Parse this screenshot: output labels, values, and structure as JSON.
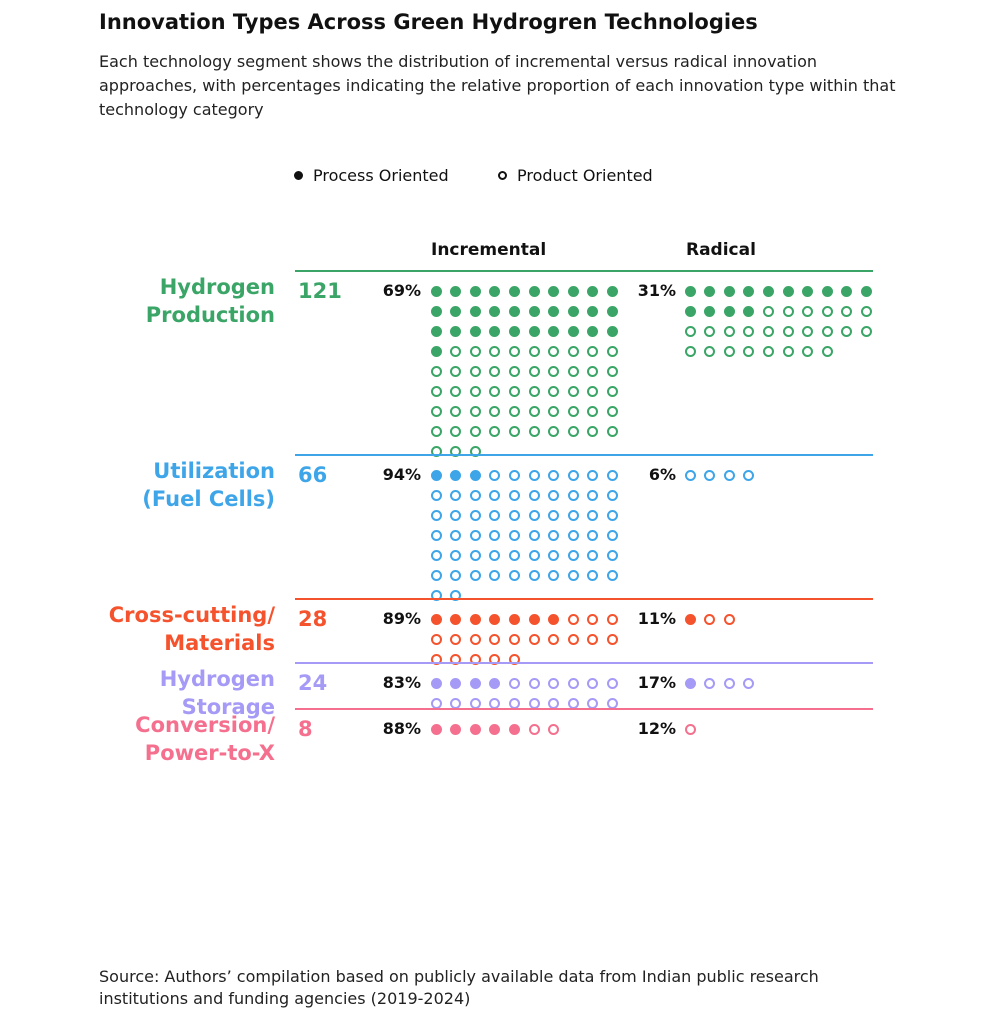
{
  "title": "Innovation Types Across Green Hydrogren Technologies",
  "subtitle": "Each technology segment shows the distribution of incremental versus radical innovation approaches, with percentages indicating the relative proportion of each innovation type within that technology category",
  "source": "Source: Authors’ compilation based on publicly available data from Indian public research institutions and funding agencies (2019-2024)",
  "chart_data": {
    "type": "dot-matrix",
    "title": "Innovation Types Across Green Hydrogren Technologies",
    "legend": {
      "process": "Process Oriented",
      "product": "Product Oriented",
      "placement": "top"
    },
    "columns": {
      "incremental": "Incremental",
      "radical": "Radical"
    },
    "categories": [
      {
        "label_lines": [
          "Hydrogen",
          "Production"
        ],
        "total": "121",
        "color": "#3aa566",
        "incremental": {
          "pct": "69%",
          "process": 31,
          "product": 52
        },
        "radical": {
          "pct": "31%",
          "process": 14,
          "product": 24
        }
      },
      {
        "label_lines": [
          "Utilization",
          "(Fuel Cells)"
        ],
        "total": "66",
        "color": "#3da5e8",
        "incremental": {
          "pct": "94%",
          "process": 3,
          "product": 59
        },
        "radical": {
          "pct": "6%",
          "process": 0,
          "product": 4
        }
      },
      {
        "label_lines": [
          "Cross-cutting/",
          "Materials"
        ],
        "total": "28",
        "color": "#f4532d",
        "incremental": {
          "pct": "89%",
          "process": 7,
          "product": 18
        },
        "radical": {
          "pct": "11%",
          "process": 1,
          "product": 2
        }
      },
      {
        "label_lines": [
          "Hydrogen",
          "Storage"
        ],
        "total": "24",
        "color": "#a59af5",
        "incremental": {
          "pct": "83%",
          "process": 4,
          "product": 16
        },
        "radical": {
          "pct": "17%",
          "process": 1,
          "product": 3
        }
      },
      {
        "label_lines": [
          "Conversion/",
          "Power-to-X"
        ],
        "total": "8",
        "color": "#f4708e",
        "incremental": {
          "pct": "88%",
          "process": 5,
          "product": 2
        },
        "radical": {
          "pct": "12%",
          "process": 0,
          "product": 1
        }
      }
    ]
  }
}
